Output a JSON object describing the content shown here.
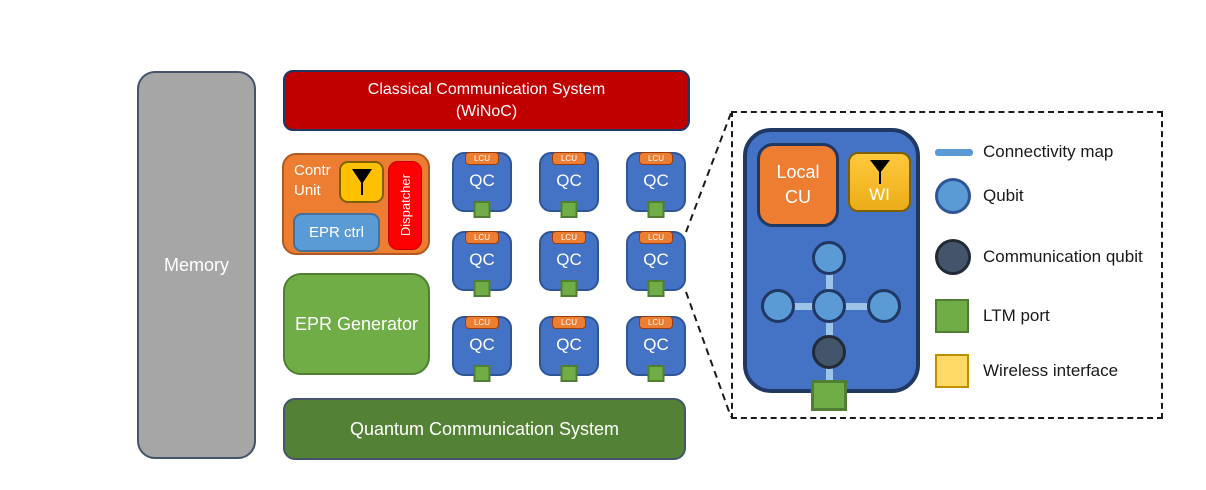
{
  "diagram": {
    "memory": {
      "label": "Memory"
    },
    "classical_comm": {
      "line1": "Classical Communication System",
      "line2": "(WiNoC)"
    },
    "control_unit": {
      "line1": "Contr",
      "line2": "Unit",
      "epr_ctrl_label": "EPR ctrl",
      "dispatcher_label": "Dispatcher"
    },
    "epr_generator": {
      "label": "EPR Generator"
    },
    "quantum_comm": {
      "label": "Quantum Communication System"
    },
    "qc_grid": {
      "rows": 3,
      "cols": 3,
      "tab_label": "LCU",
      "core_label": "QC"
    },
    "detail_view": {
      "local_cu_line1": "Local",
      "local_cu_line2": "CU",
      "wi_label": "WI",
      "qubit_count": 4,
      "comm_qubit_count": 1,
      "ltm_port_count": 1
    },
    "legend": {
      "items": [
        {
          "swatch": "line",
          "label": "Connectivity map"
        },
        {
          "swatch": "qubit",
          "label": "Qubit"
        },
        {
          "swatch": "comm-qubit",
          "label": "Communication qubit"
        },
        {
          "swatch": "ltm",
          "label": "LTM port"
        },
        {
          "swatch": "wireless",
          "label": "Wireless interface"
        }
      ]
    },
    "colors": {
      "memory_gray": "#A6A6A6",
      "classical_red": "#C00000",
      "orange": "#ED7D31",
      "dispatcher_red": "#FF0000",
      "gold": "#FFC000",
      "light_blue": "#5B9BD5",
      "core_blue": "#4472C4",
      "green": "#70AD47",
      "dark_green": "#538135",
      "navy_border": "#1F3864",
      "comm_qubit_slate": "#44546A",
      "legend_wireless_yellow": "#FFD966",
      "connectivity_line": "#9DC3E6"
    }
  }
}
